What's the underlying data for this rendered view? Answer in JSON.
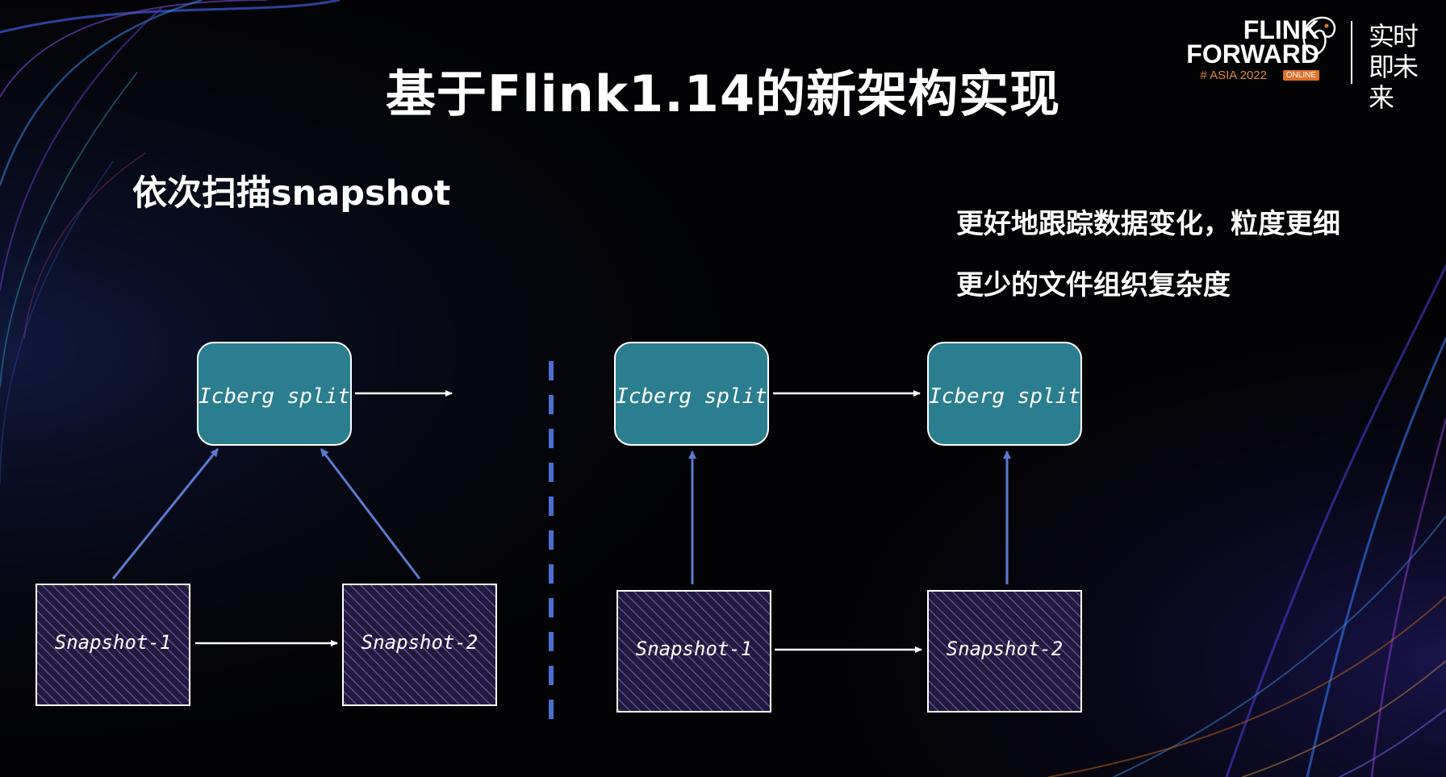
{
  "title": "基于Flink1.14的新架构实现",
  "subtitle": "依次扫描snapshot",
  "notes": [
    "更好地跟踪数据变化，粒度更细",
    "更少的文件组织复杂度"
  ],
  "logo": {
    "line1": "FLINK",
    "line2": "FORWARD",
    "line3": "# ASIA 2022",
    "badge": "ONLINE",
    "tagline": "实时即未来"
  },
  "diagram": {
    "left": {
      "split_label": "Icberg split",
      "snapshot_labels": [
        "Snapshot-1",
        "Snapshot-2"
      ]
    },
    "right": {
      "split_labels": [
        "Icberg split",
        "Icberg split"
      ],
      "snapshot_labels": [
        "Snapshot-1",
        "Snapshot-2"
      ]
    }
  },
  "colors": {
    "split_fill": "#2a7e8f",
    "snapshot_fill": "#221a3d",
    "hatch": "#6f5cb2",
    "blue_arrow": "#5a7bd0",
    "divider": "#4a6fd0",
    "accent_orange": "#e0702a"
  }
}
